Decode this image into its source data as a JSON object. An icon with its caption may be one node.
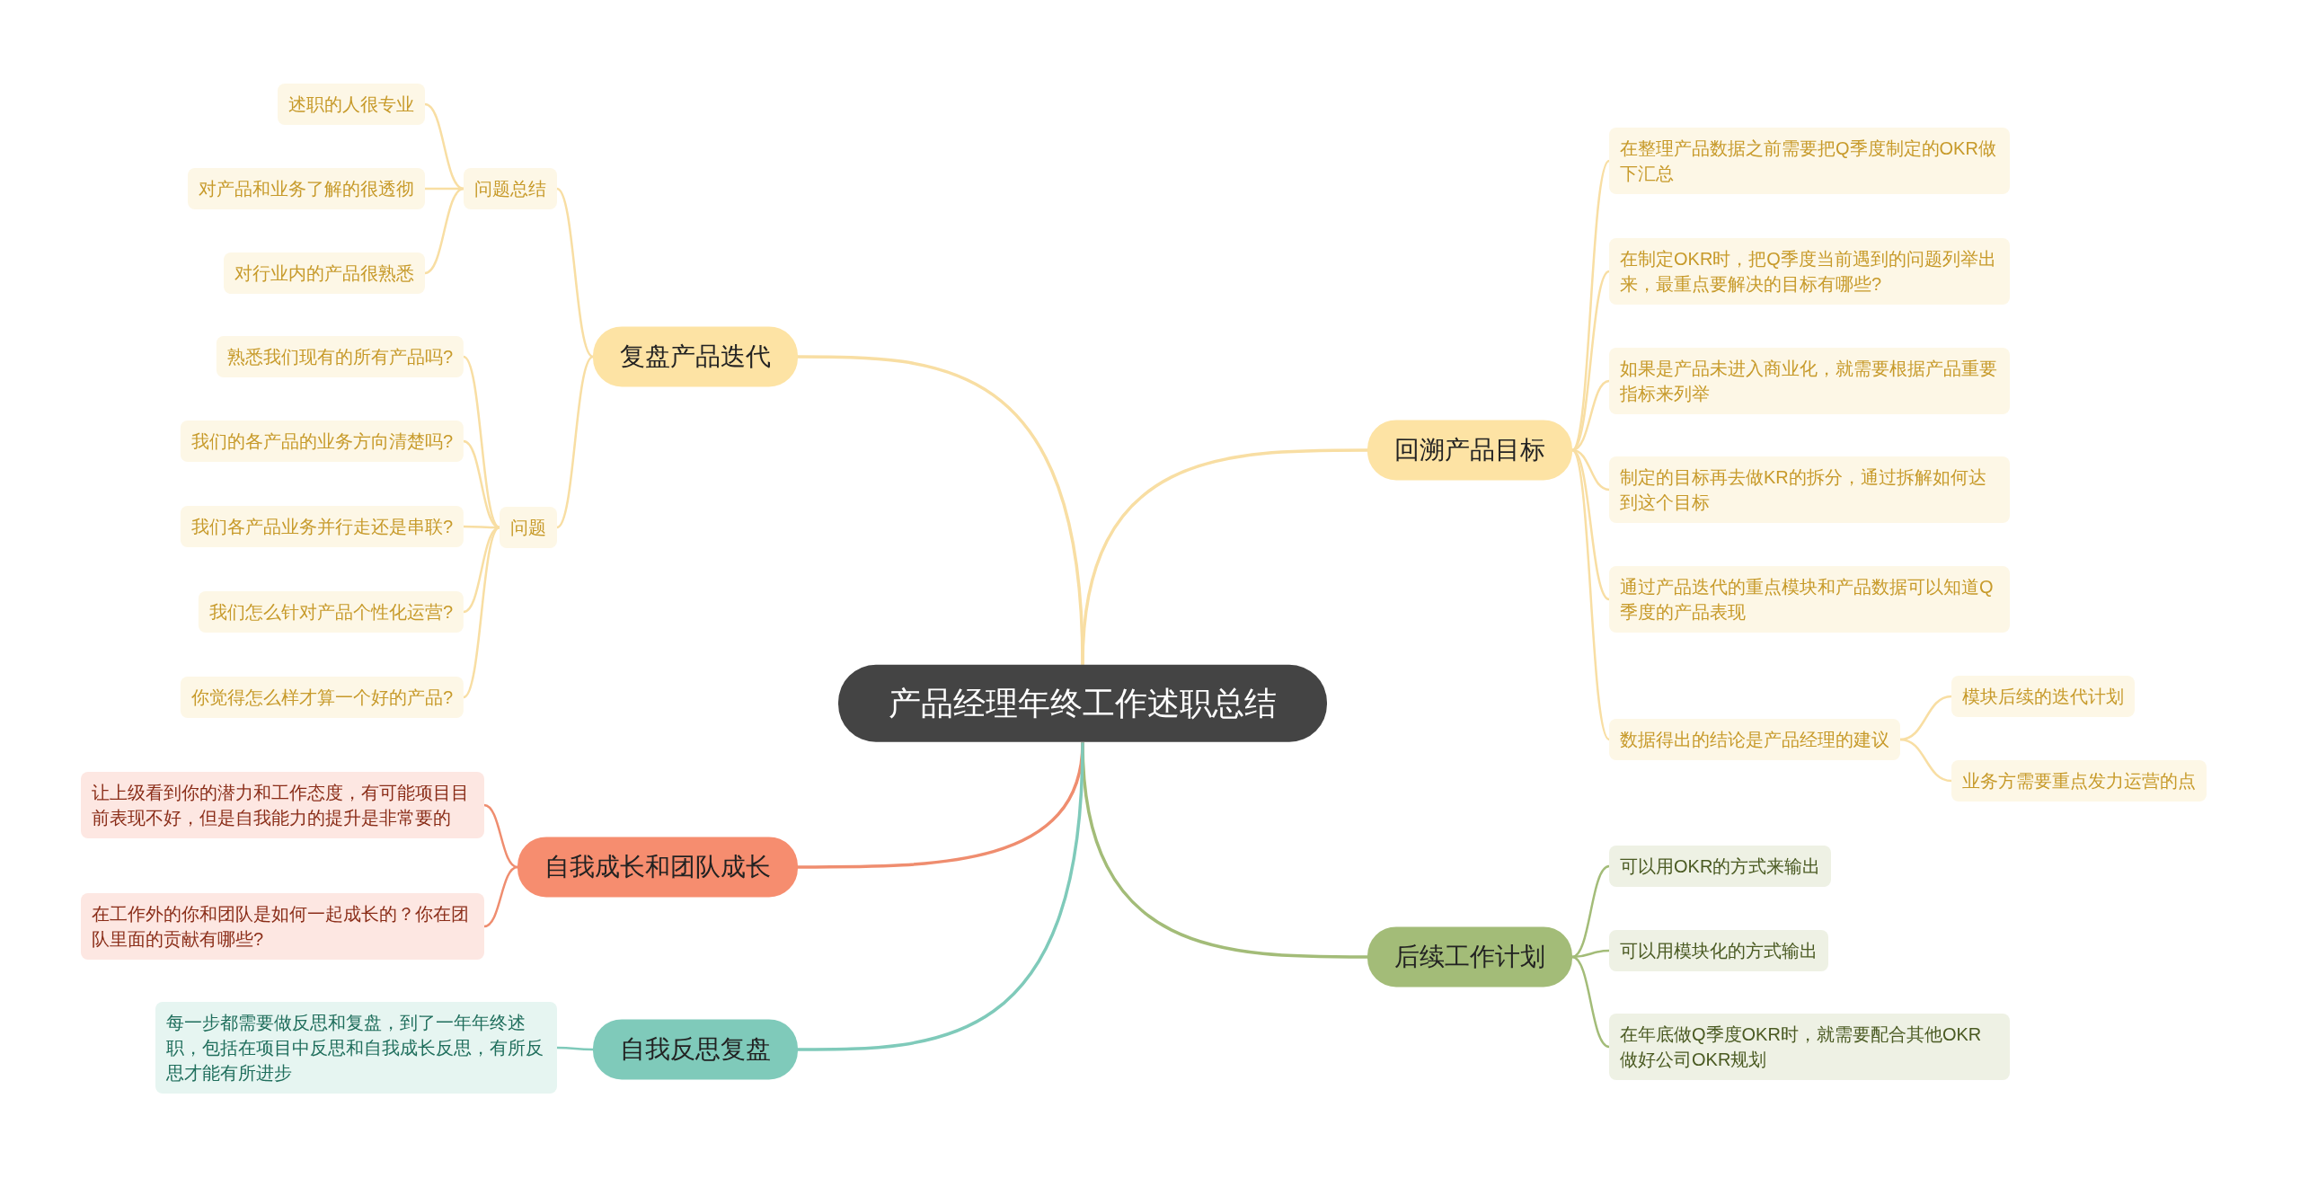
{
  "diagram": {
    "nodes": [
      {
        "text": [
          "产品经理年终工作述职总结"
        ]
      },
      {
        "text": [
          "复盘产品迭代"
        ]
      },
      {
        "text": [
          "问题总结"
        ]
      },
      {
        "text": [
          "述职的人很专业"
        ]
      },
      {
        "text": [
          "对产品和业务了解的很透彻"
        ]
      },
      {
        "text": [
          "对行业内的产品很熟悉"
        ]
      },
      {
        "text": [
          "问题"
        ]
      },
      {
        "text": [
          "熟悉我们现有的所有产品吗?"
        ]
      },
      {
        "text": [
          "我们的各产品的业务方向清楚吗?"
        ]
      },
      {
        "text": [
          "我们各产品业务并行走还是串联?"
        ]
      },
      {
        "text": [
          "我们怎么针对产品个性化运营?"
        ]
      },
      {
        "text": [
          "你觉得怎么样才算一个好的产品?"
        ]
      },
      {
        "text": [
          "回溯产品目标"
        ]
      },
      {
        "text": [
          "在整理产品数据之前需要把Q季度制定的OKR做下汇总"
        ]
      },
      {
        "text": [
          "在制定OKR时，把Q季度当前遇到的问题列举出来，最重点要解决的目标有哪些?"
        ]
      },
      {
        "text": [
          "如果是产品未进入商业化，就需要根据产品重要指标来列举"
        ]
      },
      {
        "text": [
          "制定的目标再去做KR的拆分，通过拆解如何达到这个目标"
        ]
      },
      {
        "text": [
          "通过产品迭代的重点模块和产品数据可以知道Q季度的产品表现"
        ]
      },
      {
        "text": [
          "数据得出的结论是产品经理的建议"
        ]
      },
      {
        "text": [
          "模块后续的迭代计划"
        ]
      },
      {
        "text": [
          "业务方需要重点发力运营的点"
        ]
      },
      {
        "text": [
          "后续工作计划"
        ]
      },
      {
        "text": [
          "可以用OKR的方式来输出"
        ]
      },
      {
        "text": [
          "可以用模块化的方式输出"
        ]
      },
      {
        "text": [
          "在年底做Q季度OKR时，就需要配合其他OKR做好公司OKR规划"
        ]
      },
      {
        "text": [
          "自我成长和团队成长"
        ]
      },
      {
        "text": [
          "让上级看到你的潜力和工作态度，有可能项目目前表现不好，但是自我能力的提升是非常要的"
        ]
      },
      {
        "text": [
          "在工作外的你和团队是如何一起成长的？你在团队里面的贡献有哪些?"
        ]
      },
      {
        "text": [
          "自我反思复盘"
        ]
      },
      {
        "text": [
          "每一步都需要做反思和复盘，到了一年年终述职，包括在项目中反思和自我成长反思，有所反思才能有所进步"
        ]
      }
    ],
    "edges": [
      {
        "from": 0,
        "to": 1,
        "arrow": "none"
      },
      {
        "from": 1,
        "to": 2,
        "arrow": "none"
      },
      {
        "from": 2,
        "to": 3,
        "arrow": "none"
      },
      {
        "from": 2,
        "to": 4,
        "arrow": "none"
      },
      {
        "from": 2,
        "to": 5,
        "arrow": "none"
      },
      {
        "from": 1,
        "to": 6,
        "arrow": "none"
      },
      {
        "from": 6,
        "to": 7,
        "arrow": "none"
      },
      {
        "from": 6,
        "to": 8,
        "arrow": "none"
      },
      {
        "from": 6,
        "to": 9,
        "arrow": "none"
      },
      {
        "from": 6,
        "to": 10,
        "arrow": "none"
      },
      {
        "from": 6,
        "to": 11,
        "arrow": "none"
      },
      {
        "from": 0,
        "to": 12,
        "arrow": "none"
      },
      {
        "from": 12,
        "to": 13,
        "arrow": "none"
      },
      {
        "from": 12,
        "to": 14,
        "arrow": "none"
      },
      {
        "from": 12,
        "to": 15,
        "arrow": "none"
      },
      {
        "from": 12,
        "to": 16,
        "arrow": "none"
      },
      {
        "from": 12,
        "to": 17,
        "arrow": "none"
      },
      {
        "from": 12,
        "to": 18,
        "arrow": "none"
      },
      {
        "from": 18,
        "to": 19,
        "arrow": "none"
      },
      {
        "from": 18,
        "to": 20,
        "arrow": "none"
      },
      {
        "from": 0,
        "to": 21,
        "arrow": "none",
        "color": "#a3bc78"
      },
      {
        "from": 21,
        "to": 22,
        "arrow": "none",
        "color": "#a3bc78"
      },
      {
        "from": 21,
        "to": 23,
        "arrow": "none",
        "color": "#a3bc78"
      },
      {
        "from": 21,
        "to": 24,
        "arrow": "none",
        "color": "#a3bc78"
      },
      {
        "from": 0,
        "to": 25,
        "arrow": "none",
        "color": "#ef8d6f"
      },
      {
        "from": 25,
        "to": 26,
        "arrow": "none",
        "color": "#ef8d6f"
      },
      {
        "from": 25,
        "to": 27,
        "arrow": "none",
        "color": "#ef8d6f"
      },
      {
        "from": 0,
        "to": 28,
        "arrow": "none",
        "color": "#7fcaba"
      },
      {
        "from": 28,
        "to": 29,
        "arrow": "none",
        "color": "#7fcaba"
      }
    ]
  }
}
